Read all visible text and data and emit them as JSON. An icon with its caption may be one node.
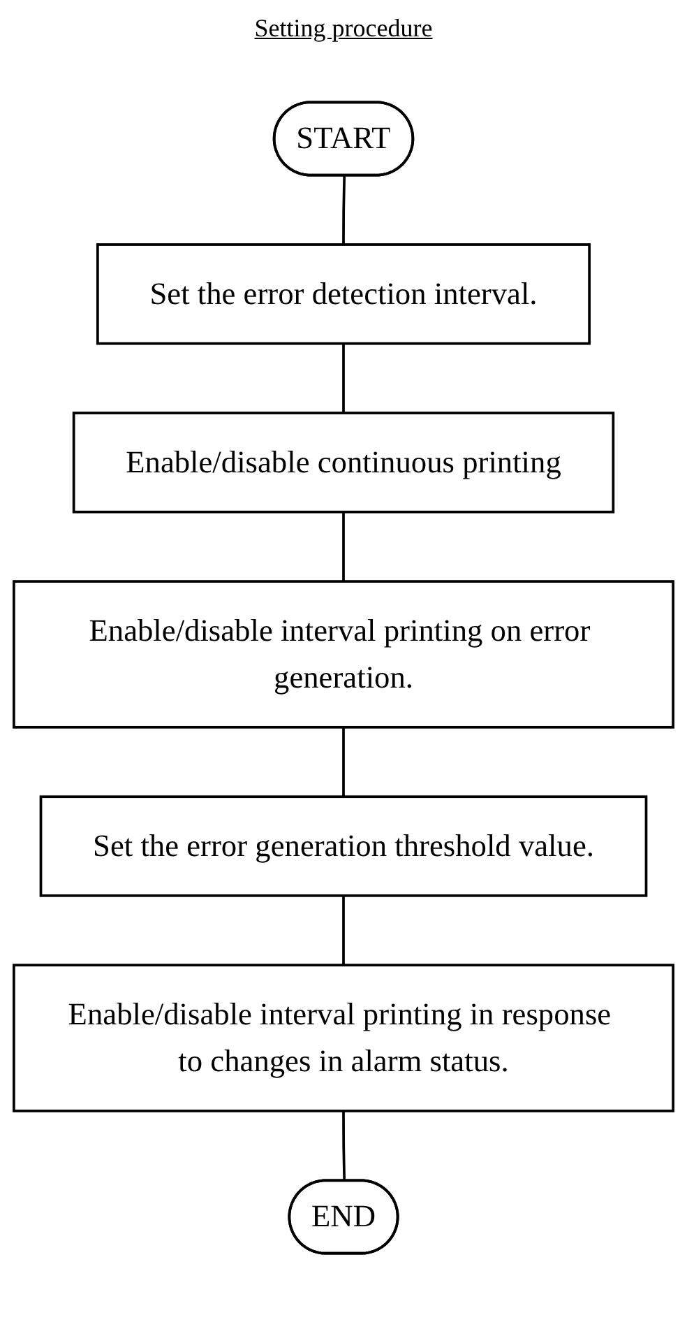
{
  "diagram": {
    "title": "Setting procedure",
    "nodes": [
      {
        "text": [
          "START"
        ]
      },
      {
        "text": [
          "Set the error detection interval."
        ]
      },
      {
        "text": [
          "Enable/disable continuous printing"
        ]
      },
      {
        "text": [
          "Enable/disable interval printing on error generation."
        ]
      },
      {
        "text": [
          "Set the error generation threshold value."
        ]
      },
      {
        "text": [
          "Enable/disable interval printing in response to changes in alarm status."
        ]
      },
      {
        "text": [
          "END"
        ]
      }
    ],
    "edges": [
      {
        "from": 0,
        "to": 1,
        "arrow": "none"
      },
      {
        "from": 1,
        "to": 2,
        "arrow": "none"
      },
      {
        "from": 2,
        "to": 3,
        "arrow": "none"
      },
      {
        "from": 3,
        "to": 4,
        "arrow": "none"
      },
      {
        "from": 4,
        "to": 5,
        "arrow": "none"
      },
      {
        "from": 5,
        "to": 6,
        "arrow": "none"
      }
    ]
  }
}
